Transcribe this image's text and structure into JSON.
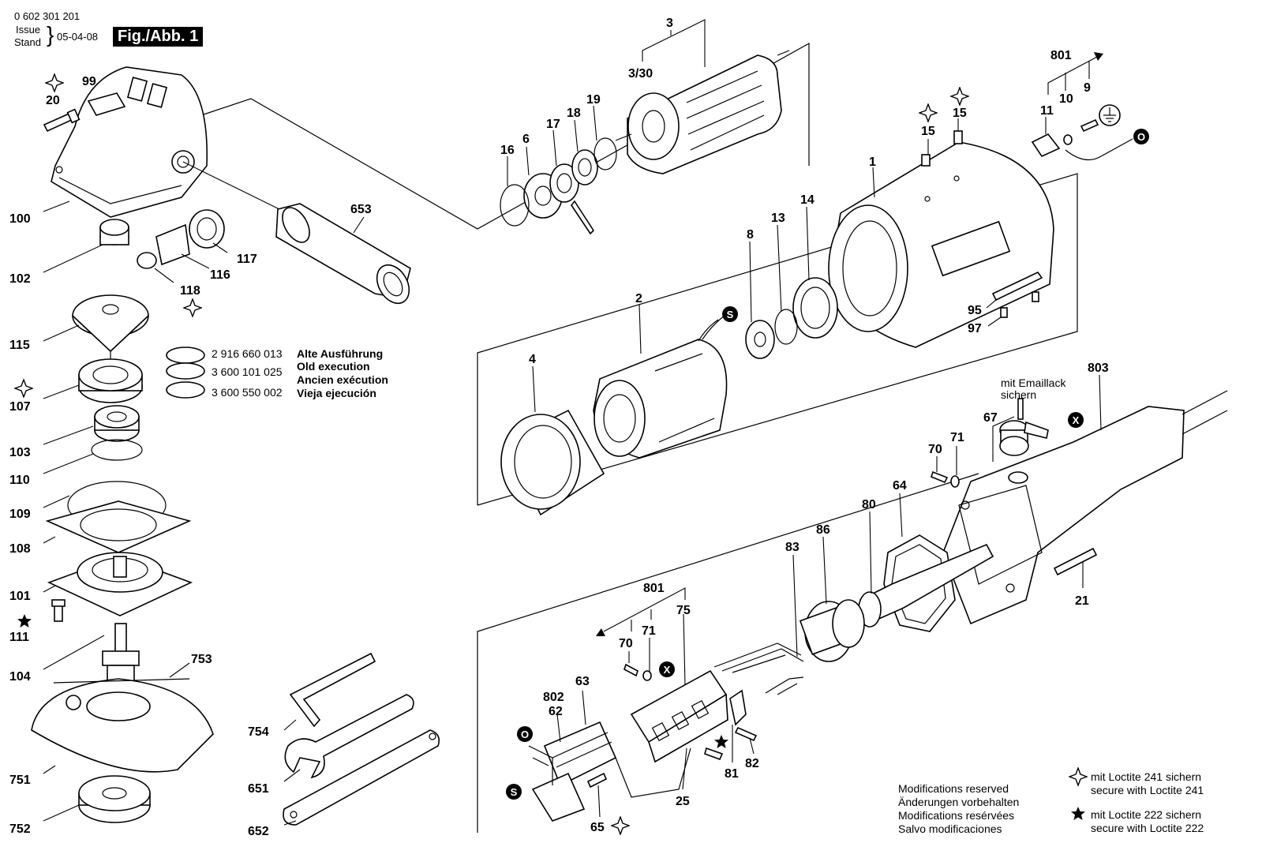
{
  "header": {
    "doc_number": "0 602 301 201",
    "issue_label": "Issue",
    "stand_label": "Stand",
    "date": "05-04-08",
    "figure_title": "Fig./Abb. 1"
  },
  "labels": {
    "p20": "20",
    "p99": "99",
    "p100": "100",
    "p102": "102",
    "p653": "653",
    "p117": "117",
    "p116": "116",
    "p118": "118",
    "p115": "115",
    "p107": "107",
    "p103": "103",
    "p110": "110",
    "p109": "109",
    "p108": "108",
    "p101": "101",
    "p111": "111",
    "p104": "104",
    "p753": "753",
    "p751": "751",
    "p752": "752",
    "p754": "754",
    "p651": "651",
    "p652": "652",
    "p3": "3",
    "p3_30": "3/30",
    "p16": "16",
    "p6": "6",
    "p17": "17",
    "p18": "18",
    "p19": "19",
    "p15a": "15",
    "p15b": "15",
    "p1": "1",
    "p801a": "801",
    "p11": "11",
    "p10": "10",
    "p9": "9",
    "p8": "8",
    "p13": "13",
    "p14": "14",
    "p2": "2",
    "p4": "4",
    "p95": "95",
    "p97": "97",
    "p803": "803",
    "p67": "67",
    "p70a": "70",
    "p71a": "71",
    "p64": "64",
    "p80": "80",
    "p86": "86",
    "p83": "83",
    "p21": "21",
    "p801b": "801",
    "p75": "75",
    "p70b": "70",
    "p71b": "71",
    "p63": "63",
    "p802": "802",
    "p62": "62",
    "p25": "25",
    "p65": "65",
    "p81": "81",
    "p82": "82"
  },
  "markers": {
    "o": "O",
    "s": "S",
    "x": "X"
  },
  "old_execution": {
    "rows": [
      {
        "number": "2 916 660 013",
        "text": "Alte Ausführung"
      },
      {
        "number": "3 600 101 025",
        "text": "Old execution"
      },
      {
        "number": "3 600 550 002",
        "text": "Ancien exécution"
      },
      {
        "number": "",
        "text": "Vieja ejecución"
      }
    ]
  },
  "emaillack_note": {
    "line1": "mit Emaillack",
    "line2": "sichern"
  },
  "modifications": [
    "Modifications reserved",
    "Änderungen vorbehalten",
    "Modifications resérvées",
    "Salvo modificaciones"
  ],
  "loctite": {
    "l241_line1": "mit Loctite 241 sichern",
    "l241_line2": "secure with Loctite 241",
    "l222_line1": "mit Loctite 222 sichern",
    "l222_line2": "secure with Loctite 222"
  }
}
